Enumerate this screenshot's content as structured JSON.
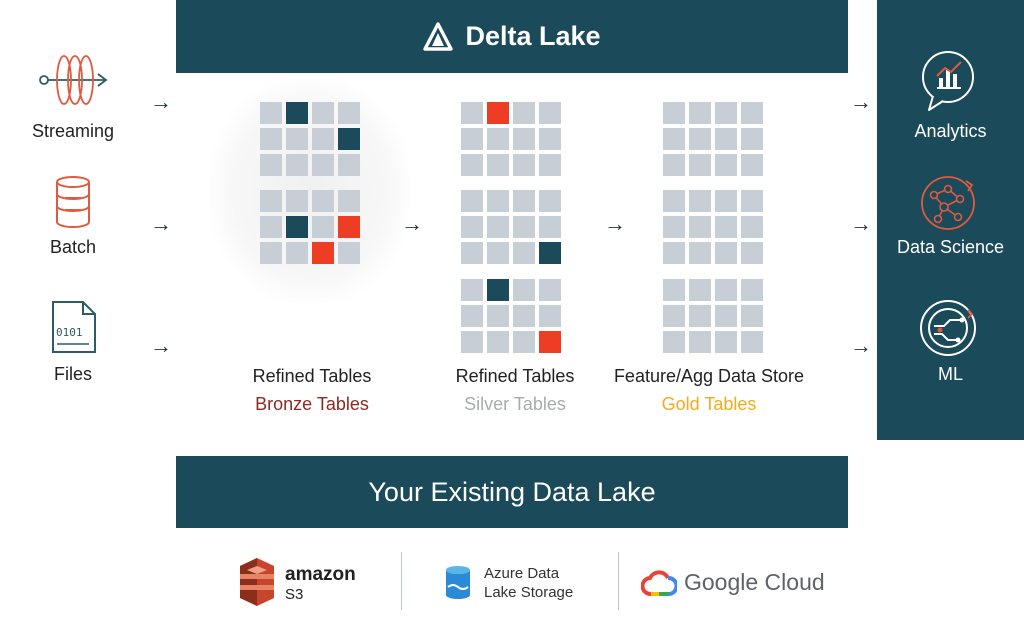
{
  "header": {
    "title": "Delta Lake"
  },
  "footer_banner": {
    "title": "Your Existing Data Lake"
  },
  "sources": [
    {
      "label": "Streaming",
      "icon": "streaming-icon"
    },
    {
      "label": "Batch",
      "icon": "database-icon"
    },
    {
      "label": "Files",
      "icon": "file-binary-icon"
    }
  ],
  "stages": [
    {
      "title": "Refined Tables",
      "subtitle": "Bronze Tables"
    },
    {
      "title": "Refined Tables",
      "subtitle": "Silver Tables"
    },
    {
      "title": "Feature/Agg Data Store",
      "subtitle": "Gold Tables"
    }
  ],
  "outputs": [
    {
      "label": "Analytics",
      "icon": "analytics-icon"
    },
    {
      "label": "Data Science",
      "icon": "network-graph-icon"
    },
    {
      "label": "ML",
      "icon": "ml-circuit-icon"
    }
  ],
  "storage": {
    "amazon_word": "amazon",
    "amazon_sub": "S3",
    "azure_line1": "Azure Data",
    "azure_line2": "Lake Storage",
    "google_word": "Google Cloud"
  },
  "colors": {
    "banner": "#1b4a5a",
    "cell": "#c8ced6",
    "highlight_dark": "#1b4a5a",
    "highlight_red": "#ee3d25",
    "bronze": "#8b2a21",
    "silver": "#a7acb0",
    "gold": "#f4ab1c"
  },
  "grids": {
    "bronze": [
      [
        "0",
        "d",
        "0",
        "0",
        "0",
        "0",
        "0",
        "d",
        "0",
        "0",
        "0",
        "0"
      ],
      [
        "0",
        "0",
        "0",
        "0",
        "0",
        "d",
        "0",
        "r",
        "0",
        "0",
        "r",
        "0"
      ]
    ],
    "silver": [
      [
        "0",
        "r",
        "0",
        "0",
        "0",
        "0",
        "0",
        "0",
        "0",
        "0",
        "0",
        "0"
      ],
      [
        "0",
        "0",
        "0",
        "0",
        "0",
        "0",
        "0",
        "0",
        "0",
        "0",
        "0",
        "d"
      ],
      [
        "0",
        "d",
        "0",
        "0",
        "0",
        "0",
        "0",
        "0",
        "0",
        "0",
        "0",
        "r"
      ]
    ],
    "gold": [
      [
        "0",
        "0",
        "0",
        "0",
        "0",
        "0",
        "0",
        "0",
        "0",
        "0",
        "0",
        "0"
      ],
      [
        "0",
        "0",
        "0",
        "0",
        "0",
        "0",
        "0",
        "0",
        "0",
        "0",
        "0",
        "0"
      ],
      [
        "0",
        "0",
        "0",
        "0",
        "0",
        "0",
        "0",
        "0",
        "0",
        "0",
        "0",
        "0"
      ]
    ]
  }
}
